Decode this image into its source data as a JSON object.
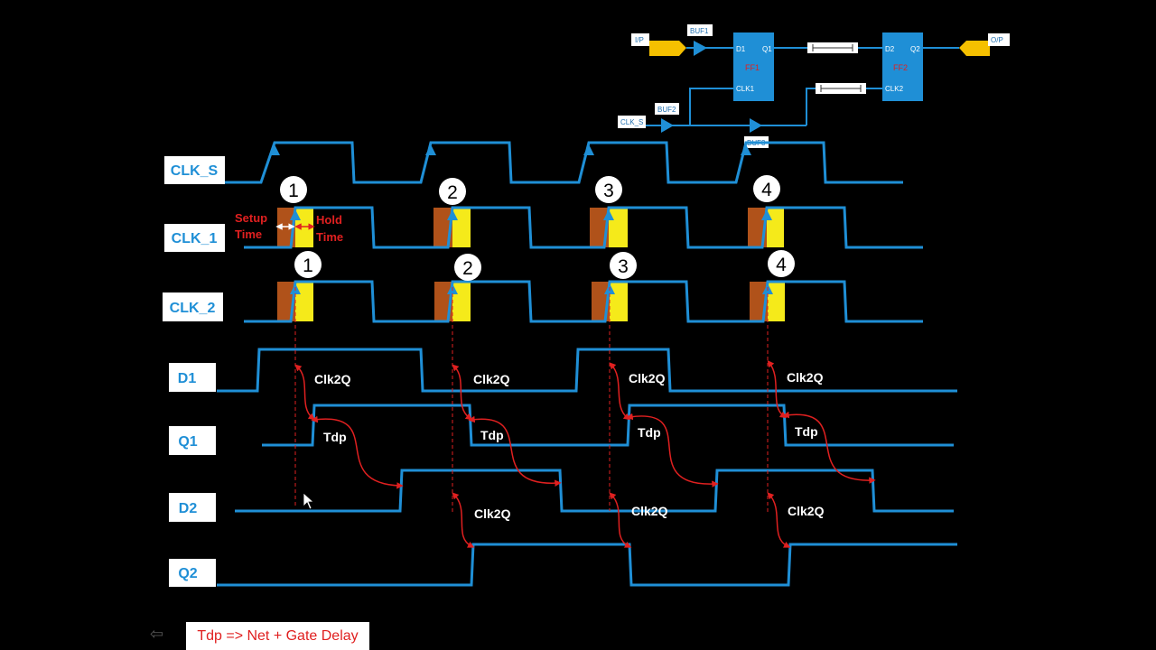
{
  "signals": [
    "CLK_S",
    "CLK_1",
    "CLK_2",
    "D1",
    "Q1",
    "D2",
    "Q2"
  ],
  "edge_numbers_clk1": [
    "1",
    "2",
    "3",
    "4"
  ],
  "edge_numbers_clk2": [
    "1",
    "2",
    "3",
    "4"
  ],
  "setup_label": [
    "Setup",
    "Time"
  ],
  "hold_label": [
    "Hold",
    "Time"
  ],
  "clk2q_label": "Clk2Q",
  "tdp_label": "Tdp",
  "note": "Tdp => Net + Gate Delay",
  "schematic": {
    "ff1": {
      "d": "D1",
      "q": "Q1",
      "clk": "CLK1",
      "name": "FF1"
    },
    "ff2": {
      "d": "D2",
      "q": "Q2",
      "clk": "CLK2",
      "name": "FF2"
    },
    "input_port": "I/P",
    "output_port": "O/P",
    "clock_port": "CLK_S",
    "buf1": "BUF1",
    "buf2": "BUF2",
    "buf3": "BUF3"
  },
  "colors": {
    "waveform": "#1f8fd6",
    "arrow": "#e02020",
    "setup_window": "#b0521a",
    "hold_window": "#f5ea1a",
    "port": "#f5c000",
    "flop": "#1f8fd6"
  }
}
